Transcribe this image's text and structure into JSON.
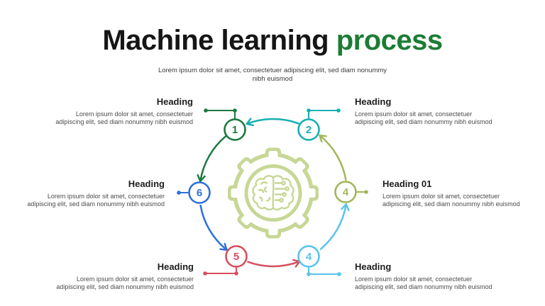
{
  "header": {
    "title_main": "Machine learning",
    "title_accent": "process",
    "subtitle_line1": "Lorem ipsum dolor sit amet,  consectetuer adipiscing elit, sed diam nonummy",
    "subtitle_line2": "nibh euismod"
  },
  "steps": [
    {
      "number": "1",
      "heading": "Heading",
      "position": "top-left",
      "color": "#1b7a3f",
      "body_line1": "Lorem ipsum dolor sit amet, consectetuer",
      "body_line2": "adipiscing elit, sed diam nonummy  nibh euismod"
    },
    {
      "number": "2",
      "heading": "Heading",
      "position": "top-right",
      "color": "#16aeb2",
      "body_line1": "Lorem ipsum dolor sit amet, consectetuer",
      "body_line2": "adipiscing elit, sed diam nonummy  nibh euismod"
    },
    {
      "number": "6",
      "heading": "Heading",
      "position": "middle-left",
      "color": "#2e6fdb",
      "body_line1": "Lorem ipsum dolor sit amet, consectetuer",
      "body_line2": "adipiscing elit, sed diam nonummy  nibh euismod"
    },
    {
      "number": "4",
      "heading": "Heading 01",
      "position": "middle-right",
      "color": "#a1b65a",
      "body_line1": "Lorem ipsum dolor sit amet, consectetuer",
      "body_line2": "adipiscing elit, sed diam nonummy  nibh euismod"
    },
    {
      "number": "5",
      "heading": "Heading",
      "position": "bottom-left",
      "color": "#d64f5e",
      "body_line1": "Lorem ipsum dolor sit amet, consectetuer",
      "body_line2": "adipiscing elit, sed diam nonummy  nibh euismod"
    },
    {
      "number": "4",
      "heading": "Heading",
      "position": "bottom-right",
      "color": "#58c4ef",
      "body_line1": "Lorem ipsum dolor sit amet, consectetuer",
      "body_line2": "adipiscing elit, sed diam nonummy  nibh euismod"
    }
  ],
  "flow_arrows": [
    {
      "from": "2",
      "to": "1",
      "color": "#16aeb2"
    },
    {
      "from": "1",
      "to": "6",
      "color": "#1b7a3f"
    },
    {
      "from": "6",
      "to": "5",
      "color": "#2e6fdb"
    },
    {
      "from": "5",
      "to": "4",
      "color": "#d64f5e"
    },
    {
      "from": "4",
      "to": "4",
      "color": "#58c4ef"
    },
    {
      "from": "4",
      "to": "2",
      "color": "#a1b65a"
    }
  ],
  "center": {
    "icon": "gear-brain-icon",
    "color": "#c7d795"
  },
  "colors": {
    "title_accent_green": "#1d7c35",
    "heading_text": "#1d1d1d",
    "body_text": "#4b4b4b",
    "background": "#ffffff"
  }
}
